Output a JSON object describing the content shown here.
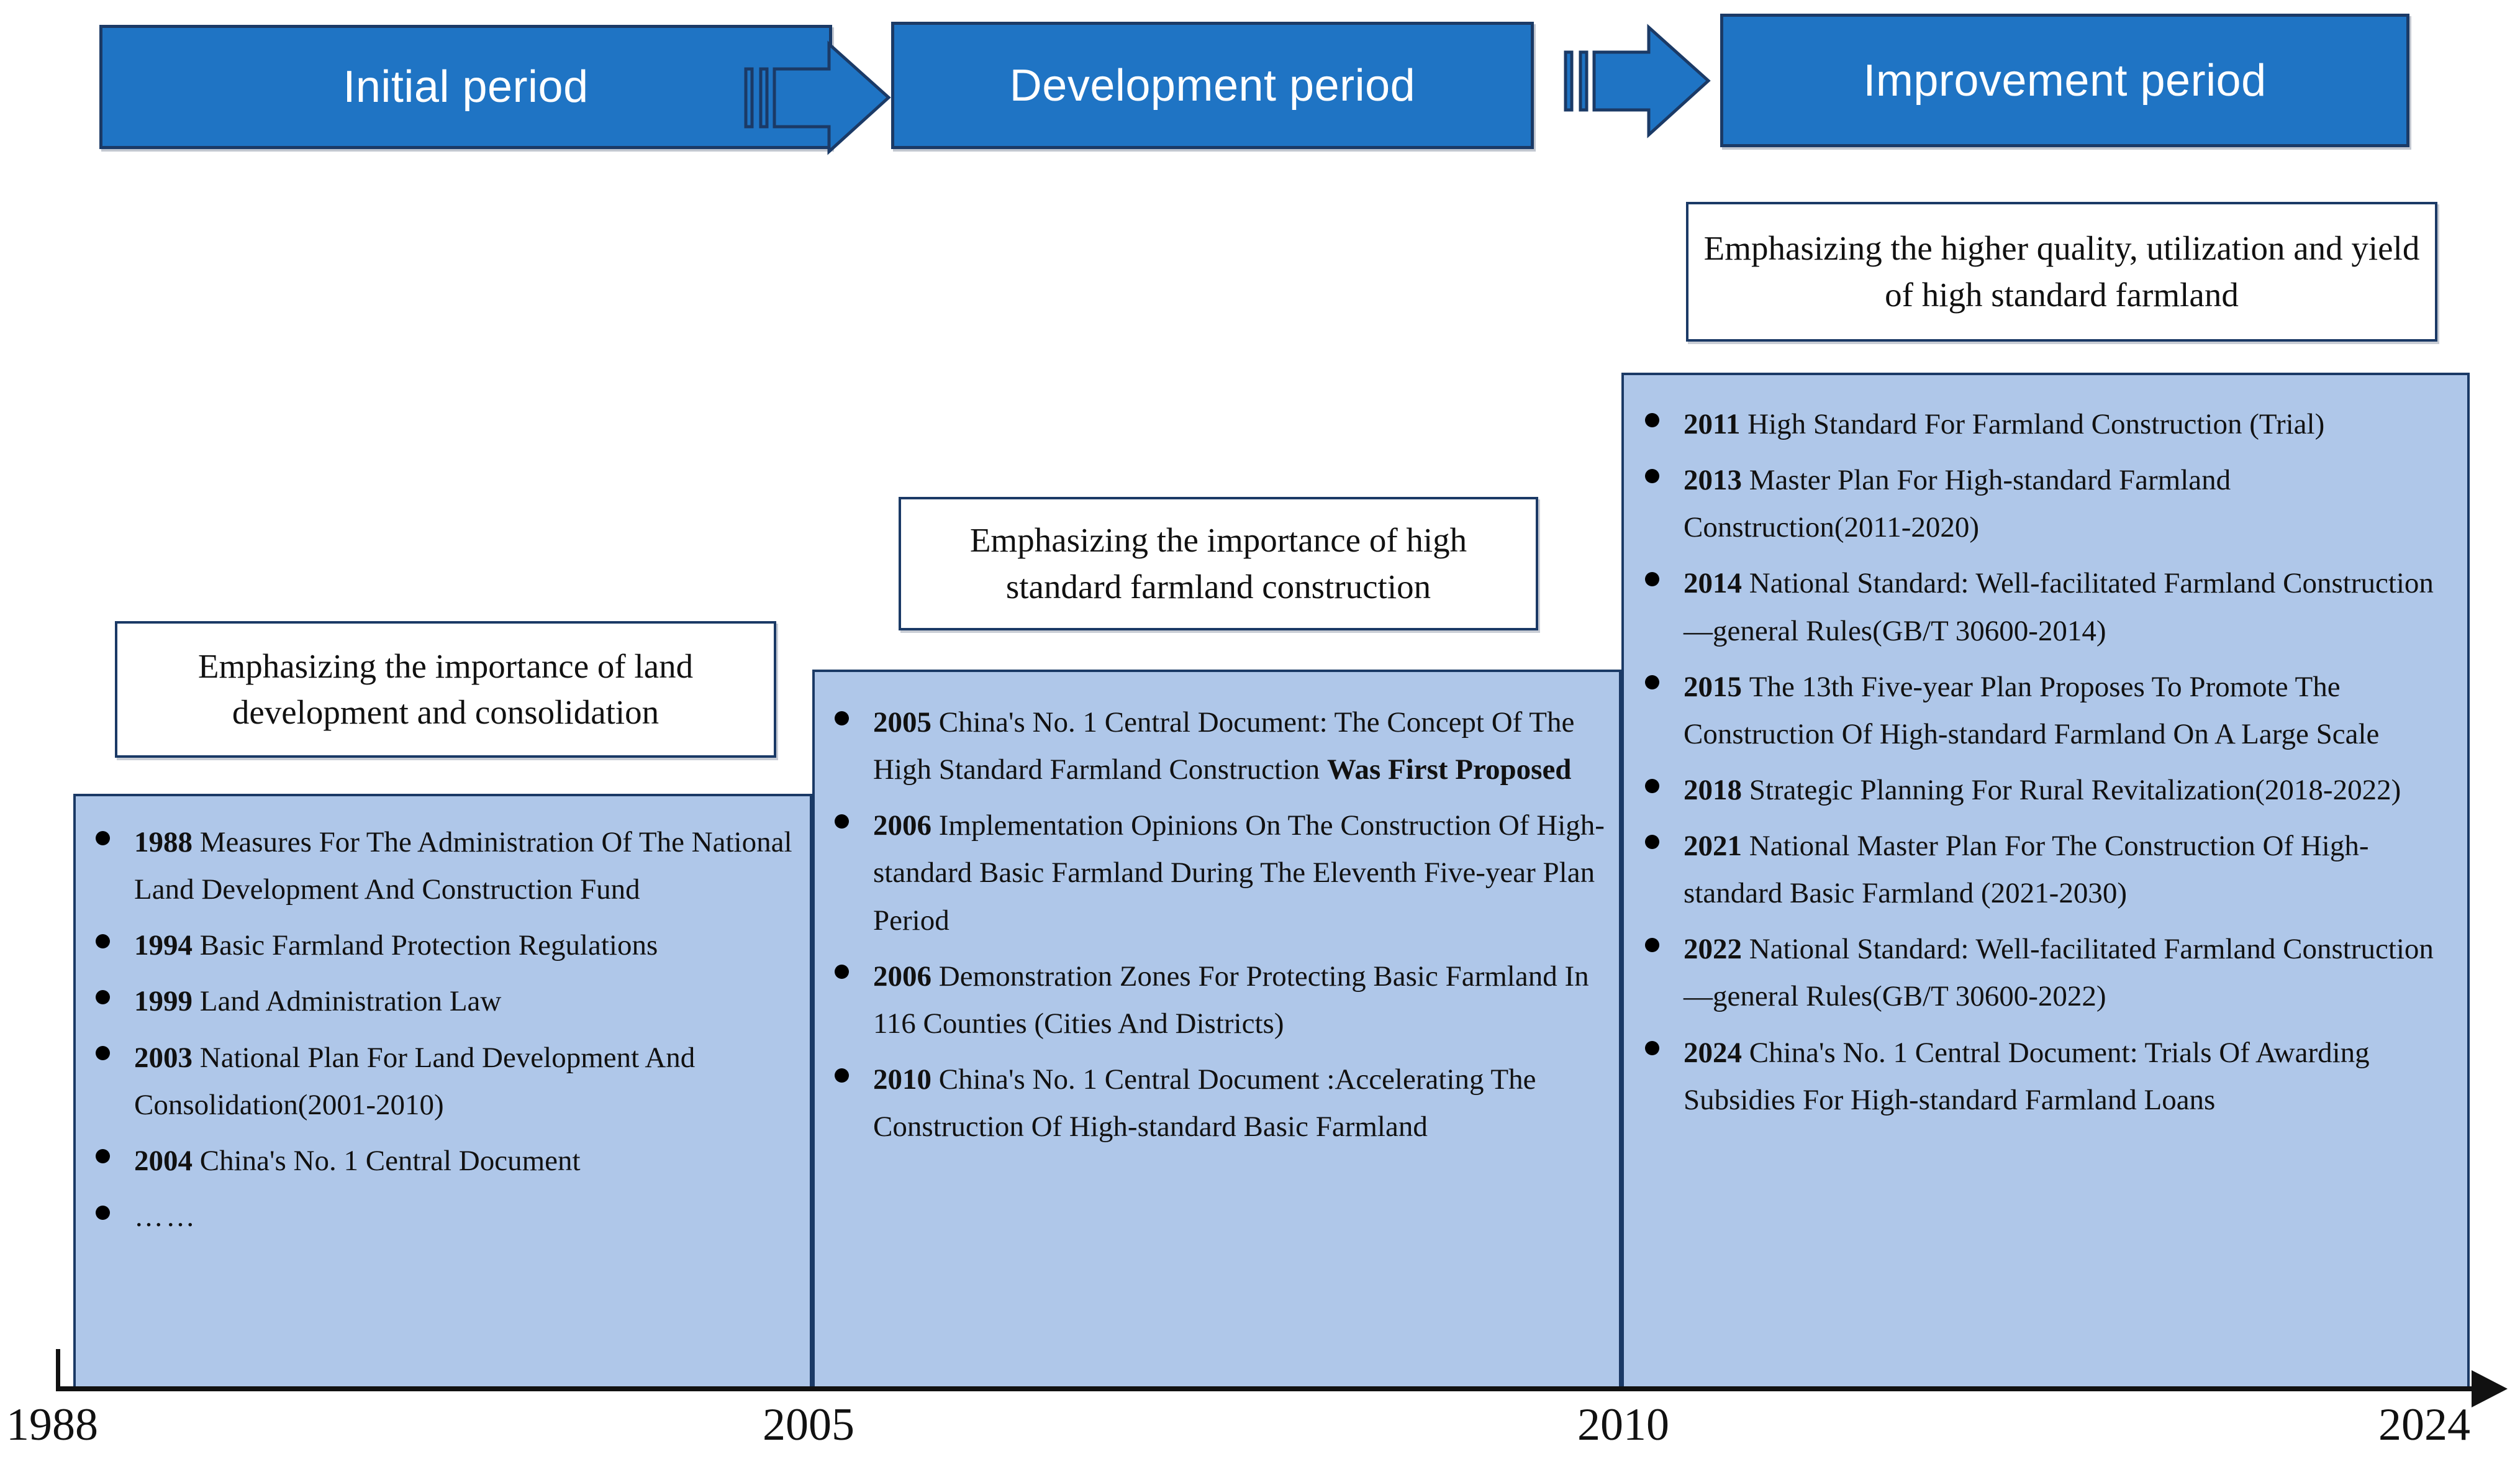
{
  "phases": [
    {
      "label": "Initial period"
    },
    {
      "label": "Development period"
    },
    {
      "label": "Improvement period"
    }
  ],
  "callouts": [
    {
      "text": "Emphasizing the importance of land development and consolidation"
    },
    {
      "text": "Emphasizing the importance of high standard farmland construction"
    },
    {
      "text": "Emphasizing the higher quality, utilization and yield of high standard farmland"
    }
  ],
  "eras": [
    {
      "name": "initial-period",
      "items": [
        {
          "year": "1988",
          "text": "Measures For The Administration Of The National Land Development And Construction Fund"
        },
        {
          "year": "1994",
          "text": "Basic Farmland Protection Regulations"
        },
        {
          "year": "1999",
          "text": "Land Administration Law"
        },
        {
          "year": "2003",
          "text": "National Plan For Land Development And Consolidation(2001-2010)"
        },
        {
          "year": "2004",
          "text": " China's No. 1 Central Document"
        },
        {
          "year": "",
          "text": "……"
        }
      ]
    },
    {
      "name": "development-period",
      "items": [
        {
          "year": "2005",
          "text": "China's No. 1 Central Document: The Concept Of The High Standard Farmland Construction ",
          "bold_tail": "Was First Proposed"
        },
        {
          "year": "2006",
          "text": "Implementation Opinions On The Construction Of High-standard Basic Farmland During The Eleventh Five-year Plan Period"
        },
        {
          "year": "2006",
          "text": "Demonstration Zones For Protecting Basic Farmland In 116 Counties (Cities And Districts)"
        },
        {
          "year": "2010",
          "text": "China's No. 1 Central Document :Accelerating The Construction Of High-standard Basic Farmland"
        }
      ]
    },
    {
      "name": "improvement-period",
      "items": [
        {
          "year": "2011",
          "text": "High Standard For Farmland Construction (Trial)"
        },
        {
          "year": "2013",
          "text": "Master Plan For High-standard Farmland Construction(2011-2020)"
        },
        {
          "year": "2014",
          "text": "National Standard: Well-facilitated Farmland Construction—general Rules(GB/T 30600-2014)"
        },
        {
          "year": "2015",
          "text": "The 13th Five-year Plan Proposes To Promote The Construction Of High-standard Farmland On A Large Scale"
        },
        {
          "year": "2018",
          "text": "Strategic Planning For Rural Revitalization(2018-2022)"
        },
        {
          "year": "2021",
          "text": "National Master Plan For The Construction Of High-standard Basic Farmland (2021-2030)"
        },
        {
          "year": "2022",
          "text": "National Standard: Well-facilitated Farmland Construction—general Rules(GB/T 30600-2022)"
        },
        {
          "year": "2024",
          "text": "China's No. 1 Central Document: Trials Of Awarding Subsidies For High-standard Farmland Loans"
        }
      ]
    }
  ],
  "axis": {
    "labels": [
      "1988",
      "2005",
      "2010",
      "2024"
    ]
  },
  "colors": {
    "phase_fill": "#1F74C4",
    "panel_fill": "#AFC7E9",
    "outline": "#1B3A66",
    "text": "#111111",
    "phase_text": "#FFFFFF"
  }
}
